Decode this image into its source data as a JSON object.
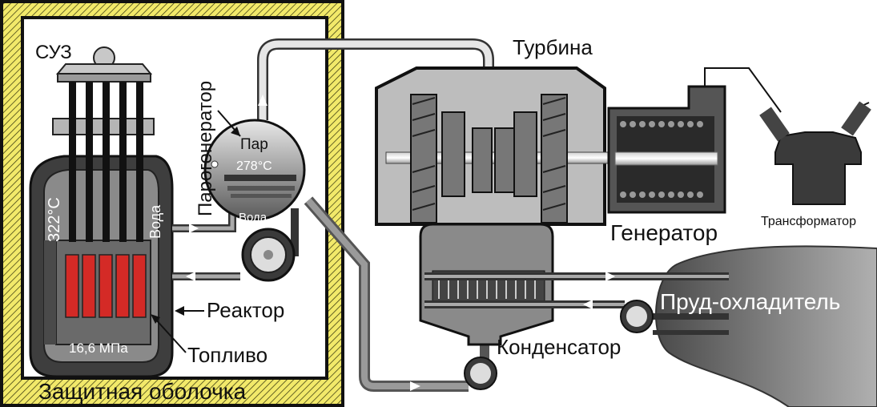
{
  "labels": {
    "suz": "СУЗ",
    "steam_generator": "Парогенератор",
    "steam": "Пар",
    "steam_temp": "278°C",
    "water_in_sg": "Вода",
    "reactor_temp": "322°C",
    "water": "Вода",
    "reactor": "Реактор",
    "pressure": "16,6 МПа",
    "fuel": "Топливо",
    "containment": "Защитная оболочка",
    "turbine": "Турбина",
    "generator": "Генератор",
    "transformer": "Трансформатор",
    "condenser": "Конденсатор",
    "cooling_pond": "Пруд-охладитель"
  },
  "colors": {
    "containment_hatch": "#f2e96a",
    "fuel_rod": "#d42a26",
    "steel_dark": "#3a3a3a",
    "steel_mid": "#8c8c8c",
    "steel_light": "#d8d8d8",
    "pond": "#6c6c6c"
  }
}
